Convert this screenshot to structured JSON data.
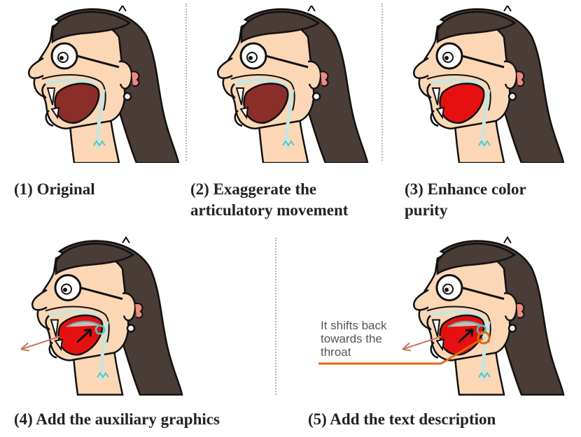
{
  "panels": [
    {
      "id": "p1",
      "caption_lines": [
        "(1) Original"
      ],
      "mouth_color": "#8b2e2a",
      "aux": false,
      "text": false
    },
    {
      "id": "p2",
      "caption_lines": [
        "(2) Exaggerate the",
        "articulatory movement"
      ],
      "mouth_color": "#8b2e2a",
      "aux": false,
      "text": false
    },
    {
      "id": "p3",
      "caption_lines": [
        "(3) Enhance color",
        "purity"
      ],
      "mouth_color": "#e61010",
      "aux": false,
      "text": false
    },
    {
      "id": "p4",
      "caption_lines": [
        "(4) Add the auxiliary graphics"
      ],
      "mouth_color": "#e61010",
      "aux": true,
      "text": false
    },
    {
      "id": "p5",
      "caption_lines": [
        "(5) Add the text description"
      ],
      "mouth_color": "#e61010",
      "aux": true,
      "text": true
    }
  ],
  "annotation": {
    "lines": [
      "It shifts back",
      "towards the",
      "throat"
    ],
    "color": "#e8650f"
  },
  "colors": {
    "hair": "#4a3c36",
    "skin": "#fcd7b6",
    "outline": "#111111",
    "teeth": "#ffffff",
    "tongue_region": "#c8e6e0",
    "earring": "#f08a80",
    "aux_cyan": "#4ec9c1",
    "aux_arrow": "#c47a5a"
  },
  "icons": {
    "figure": "head-cross-section-icon"
  }
}
